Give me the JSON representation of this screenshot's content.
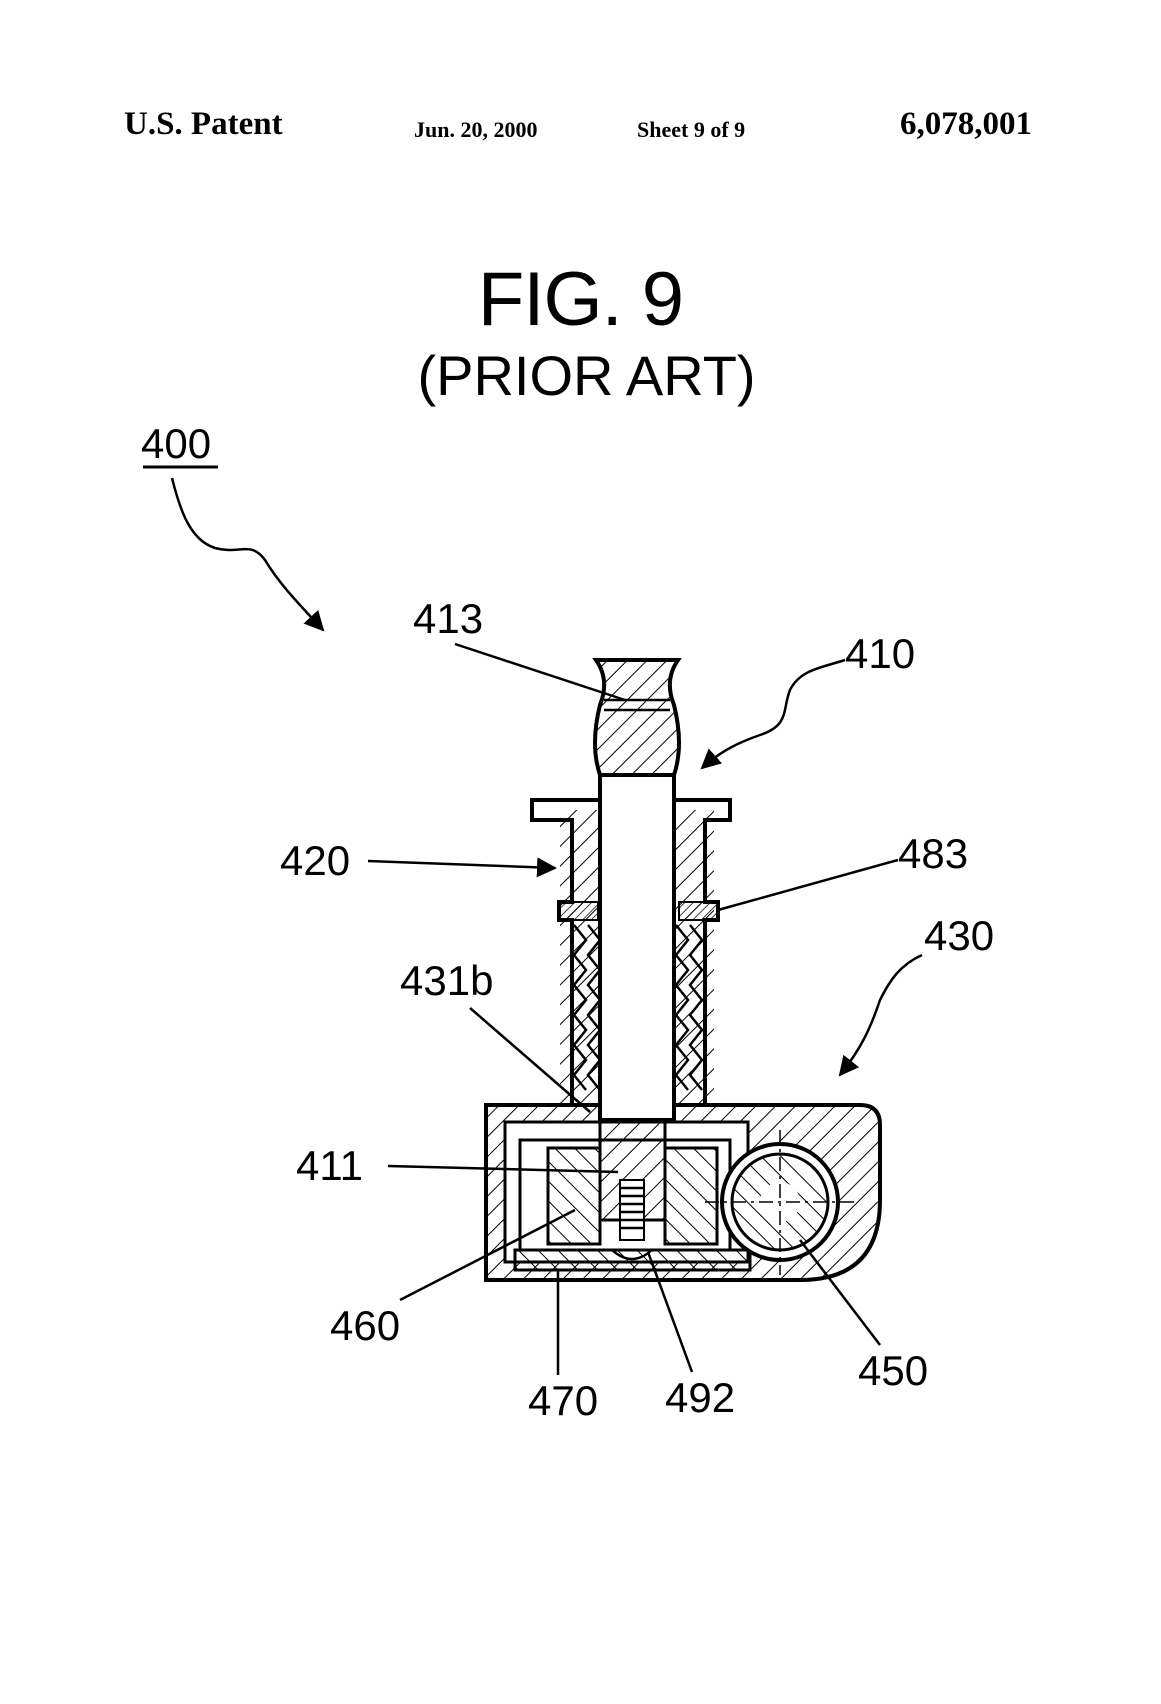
{
  "header": {
    "left": "U.S. Patent",
    "date": "Jun. 20, 2000",
    "sheet": "Sheet 9 of 9",
    "number": "6,078,001"
  },
  "figure": {
    "title": "FIG. 9",
    "subtitle": "(PRIOR ART)"
  },
  "labels": {
    "l400": "400",
    "l413": "413",
    "l410": "410",
    "l420": "420",
    "l483": "483",
    "l430": "430",
    "l431b": "431b",
    "l411": "411",
    "l460": "460",
    "l470": "470",
    "l492": "492",
    "l450": "450"
  }
}
